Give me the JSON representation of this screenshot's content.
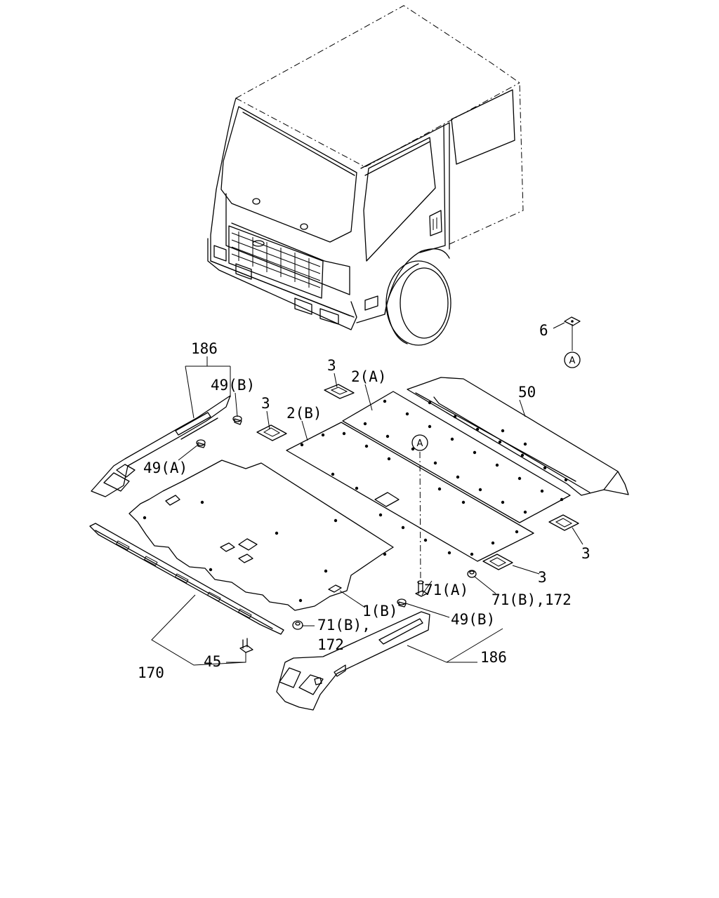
{
  "labels": {
    "p186_left": "186",
    "p49b_left": "49(B)",
    "p3_a": "3",
    "p2a": "2(A)",
    "p3_b": "3",
    "p2b": "2(B)",
    "p50": "50",
    "p6": "6",
    "p49a": "49(A)",
    "p3_c": "3",
    "p3_d": "3",
    "p71a": "71(A)",
    "p71b_172_right": "71(B),172",
    "p49b_right": "49(B)",
    "p1b": "1(B)",
    "p71b_left": "71(B),",
    "p172_left": "172",
    "p186_right": "186",
    "p45": "45",
    "p170": "170"
  },
  "callouts": {
    "top": "A",
    "middle": "A"
  }
}
